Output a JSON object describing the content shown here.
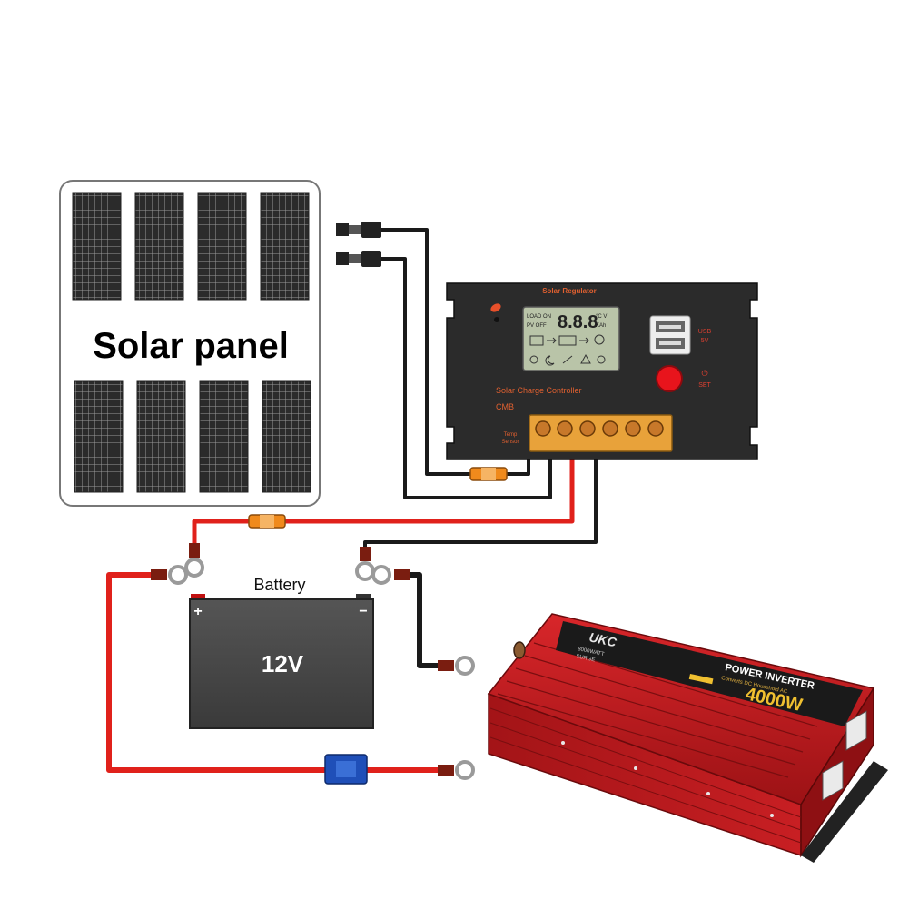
{
  "solar_panel": {
    "label": "Solar panel"
  },
  "controller": {
    "top_label": "Solar Regulator",
    "name": "Solar Charge Controller",
    "cmb_label": "CMB",
    "temp_label_1": "Temp",
    "temp_label_2": "Sensor",
    "lcd_left_1": "LOAD ON",
    "lcd_left_2": "PV OFF",
    "lcd_digits": "8.8.8",
    "lcd_right_1": "°C V",
    "lcd_right_2": "KAh",
    "usb_label_1": "USB",
    "usb_label_2": "5V",
    "set_label": "SET"
  },
  "battery": {
    "label": "Battery",
    "voltage": "12V",
    "plus": "+",
    "minus": "−"
  },
  "inverter": {
    "brand": "UKC",
    "title": "POWER INVERTER",
    "subtitle": "Converts DC Household AC",
    "power": "4000W",
    "watt_line_1": "8000WATT",
    "watt_line_2": "SURGE"
  },
  "colors": {
    "positive_wire": "#e0211b",
    "negative_wire": "#1a1a1a",
    "panel_cell": "#2a2a2a",
    "controller_body": "#2b2b2b",
    "terminal_block": "#e8a23a",
    "inverter_body": "#c0181c",
    "fuse_inline": "#f08a1c",
    "fuse_blue": "#1f4fb8",
    "battery_body": "#444444"
  }
}
